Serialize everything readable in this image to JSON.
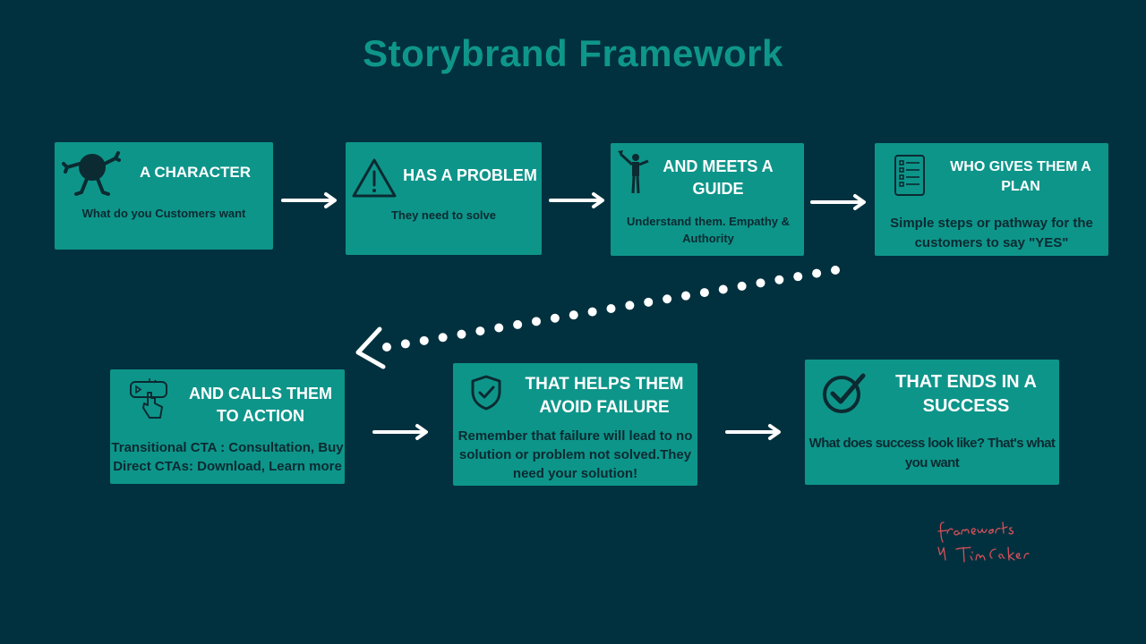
{
  "title": "Storybrand Framework",
  "colors": {
    "background": "#01313f",
    "card": "#0e958a",
    "title": "#0f968a",
    "icon": "#0b2a31",
    "signature": "#d6505a"
  },
  "steps": [
    {
      "heading": "A CHARACTER",
      "text": "What do you Customers want",
      "icon": "character-icon"
    },
    {
      "heading": "HAS A PROBLEM",
      "text": "They need to solve",
      "icon": "warning-icon"
    },
    {
      "heading": "AND MEETS A GUIDE",
      "text": "Understand them. Empathy & Authority",
      "icon": "guide-icon"
    },
    {
      "heading": "WHO GIVES THEM A PLAN",
      "text": "Simple steps or pathway for the customers to say \"YES\"",
      "icon": "checklist-icon"
    },
    {
      "heading": "AND CALLS THEM TO ACTION",
      "text": "Transitional CTA : Consultation, Buy Direct CTAs: Download, Learn more",
      "icon": "click-icon"
    },
    {
      "heading": "THAT HELPS THEM AVOID FAILURE",
      "text": "Remember that failure will lead to no solution or problem not solved.They need your solution!",
      "icon": "shield-check-icon"
    },
    {
      "heading": "THAT ENDS IN A SUCCESS",
      "text": "What does success look like? That's what you want",
      "icon": "checkmark-circle-icon"
    }
  ],
  "signature": "Frameworks by Tim Cakir"
}
